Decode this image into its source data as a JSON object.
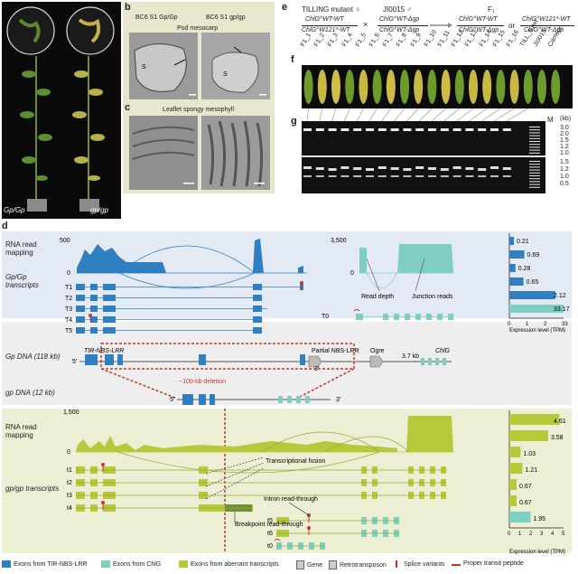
{
  "panels": {
    "a": "a",
    "b": "b",
    "c": "c",
    "d": "d",
    "e": "e",
    "f": "f",
    "g": "g"
  },
  "panel_a": {
    "left_label": "Gp/Gp",
    "right_label": "gp/gp"
  },
  "panel_b": {
    "left_title": "BC6 S1 Gp/Gp",
    "right_title": "BC6 S1 gp/gp",
    "pod_label": "Pod mesocarp",
    "s_mark": "S"
  },
  "panel_c": {
    "title": "Leaflet spongy mesophyll"
  },
  "panel_e": {
    "tilling": "TILLING mutant ♀",
    "cross": "×",
    "ji": "JI0015 ♂",
    "f1": "F₁",
    "g1a": "ChlG^WT-WT",
    "g1b": "ChlG^W121*-WT",
    "g2a": "ChlG^WT-Δgp",
    "g2b": "ChlG^WT-Δgp",
    "g3a": "ChlG^WT-WT",
    "g3b": "ChlG^WT-Δgp",
    "or": "or",
    "g4a": "ChlG^W121*-WT",
    "g4b": "ChlG^WT-Δgp"
  },
  "panel_f": {
    "labels": [
      "F1_1",
      "F1_2",
      "F1_3",
      "F1_4",
      "F1_5",
      "F1_6",
      "F1_7",
      "F1_8",
      "F1_9",
      "F1_10",
      "F1_11",
      "F1_12",
      "F1_13",
      "F1_14",
      "F1_15",
      "F1_16",
      "TILL_6 het",
      "JI0015",
      "Cameor"
    ]
  },
  "panel_g": {
    "m": "M",
    "kb": "(kb)",
    "ticks_top": [
      "3.0",
      "2.0",
      "1.5",
      "1.2",
      "1.0"
    ],
    "ticks_bottom": [
      "1.5",
      "1.2",
      "1.0",
      "0.5"
    ]
  },
  "panel_d": {
    "rna_label": "RNA read mapping",
    "gp_transcripts": "Gp/Gp transcripts",
    "gpdna": "Gp DNA (118 kb)",
    "gpdna_small": "gp DNA (12 kb)",
    "gp_transcripts2": "gp/gp transcripts",
    "y500": "500",
    "y0": "0",
    "y3500": "3,500",
    "y0b": "0",
    "y1500": "1,500",
    "y0c": "0",
    "read_depth": "Read depth",
    "junction": "Junction reads",
    "t_gp": [
      "T1",
      "T2",
      "T3",
      "T4",
      "T5"
    ],
    "t0": "T0",
    "tir": "TIR-NBS-LRR",
    "partial": "Partial NBS-LRR",
    "ogre": "Ogre",
    "chlg": "ChlG",
    "kb37": "3.7 kb",
    "deletion": "~100-kb deletion",
    "five": "5′",
    "three": "3′",
    "t_gpgp": [
      "t1",
      "t2",
      "t3",
      "t4",
      "t5",
      "t6",
      "t0"
    ],
    "tf": "Transcriptional fusion",
    "irt": "Intron read-through",
    "brt": "Breakpoint read-through",
    "expr_label": "Expression level (TPM)",
    "expr_ticks_top": [
      "0",
      "1",
      "2",
      "33"
    ],
    "expr_ticks_bottom": [
      "0",
      "1",
      "2",
      "3",
      "4",
      "5"
    ]
  },
  "chart_data": [
    {
      "type": "bar",
      "title": "",
      "categories": [
        "T1",
        "T2",
        "T3",
        "T4",
        "T5",
        "T0"
      ],
      "values": [
        0.21,
        0.69,
        0.28,
        0.65,
        2.12,
        33.17
      ],
      "xlabel": "Expression level (TPM)",
      "ylabel": ""
    },
    {
      "type": "bar",
      "title": "",
      "categories": [
        "t1",
        "t2",
        "t3",
        "t4",
        "t5",
        "t6",
        "t0"
      ],
      "values": [
        4.61,
        3.58,
        1.03,
        1.21,
        0.67,
        0.67,
        1.95
      ],
      "xlabel": "Expression level (TPM)",
      "ylabel": ""
    }
  ],
  "legend": [
    {
      "label": "Exons from TIR-NBS-LRR",
      "color": "#2f7fc1"
    },
    {
      "label": "Exons from ChlG",
      "color": "#7ecfc0"
    },
    {
      "label": "Exons from aberrant transcripts",
      "color": "#b7c83a"
    },
    {
      "label": "Gene",
      "color": "#888888"
    },
    {
      "label": "Retrotransposon",
      "color": "#aaaaaa"
    },
    {
      "label": "Splice variants",
      "color": "#c0392b"
    },
    {
      "label": "Proper transit peptide",
      "color": "#c0392b"
    }
  ]
}
